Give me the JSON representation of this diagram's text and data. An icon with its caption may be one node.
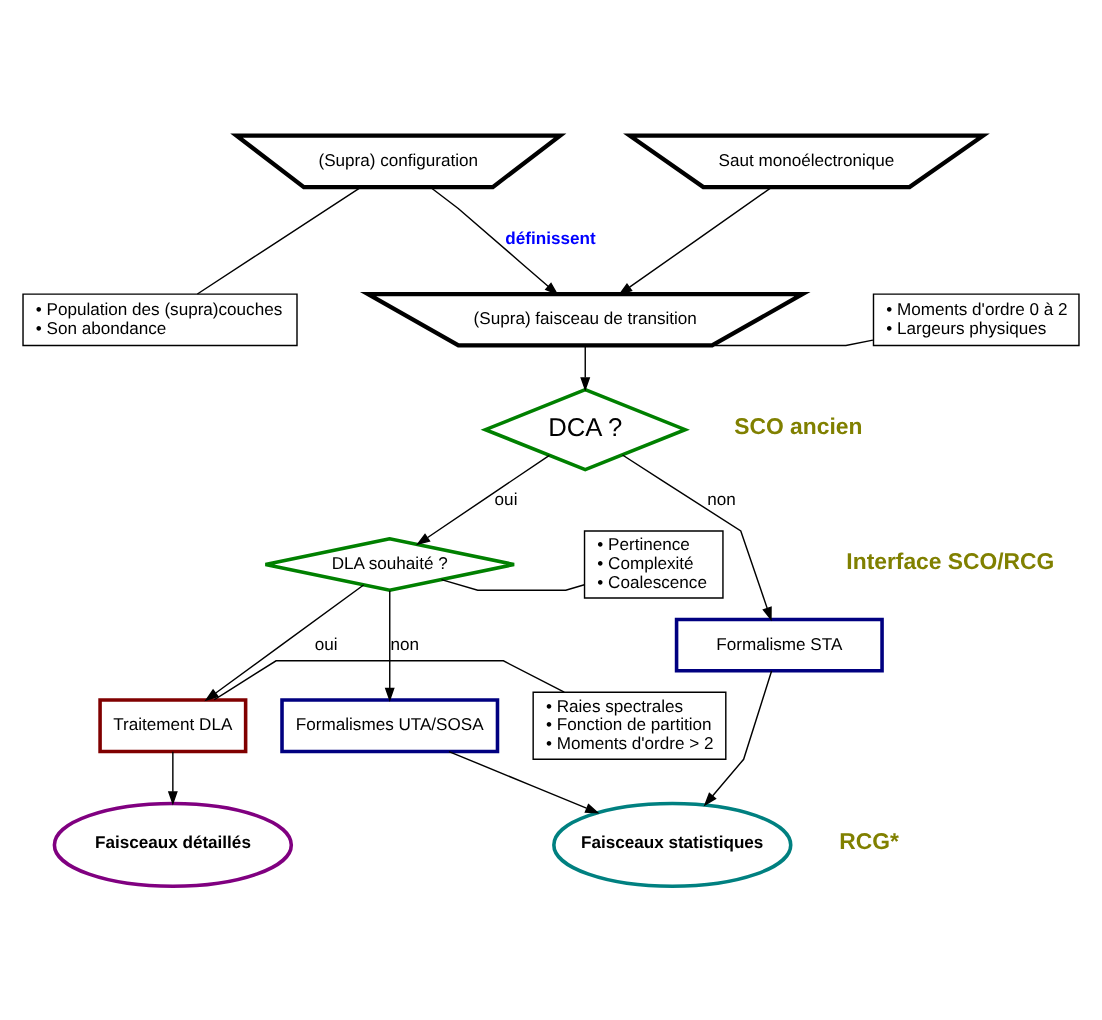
{
  "diagram": {
    "nodes": [
      {
        "text": [
          "(Supra) configuration"
        ]
      },
      {
        "text": [
          "Saut monoélectronique"
        ]
      },
      {
        "text": [
          "• Population des (supra)couches",
          "• Son abondance"
        ]
      },
      {
        "text": [
          "(Supra) faisceau de transition"
        ]
      },
      {
        "text": [
          "• Moments d'ordre 0 à 2",
          "• Largeurs physiques"
        ]
      },
      {
        "text": [
          "DCA ?"
        ]
      },
      {
        "text": [
          "DLA souhaité ?"
        ]
      },
      {
        "text": [
          "• Pertinence",
          "• Complexité",
          "• Coalescence"
        ]
      },
      {
        "text": [
          "Formalisme STA"
        ]
      },
      {
        "text": [
          "Formalismes UTA/SOSA"
        ]
      },
      {
        "text": [
          "• Raies spectrales",
          "• Fonction de partition",
          "• Moments d'ordre > 2"
        ]
      },
      {
        "text": [
          "Traitement DLA"
        ]
      },
      {
        "text": [
          "Faisceaux détaillés"
        ]
      },
      {
        "text": [
          "Faisceaux statistiques"
        ]
      }
    ],
    "edges": [
      {
        "from": 0,
        "to": 3,
        "arrow": "to",
        "label": "définissent"
      },
      {
        "from": 1,
        "to": 3,
        "arrow": "to"
      },
      {
        "from": 0,
        "to": 2,
        "arrow": "none"
      },
      {
        "from": 3,
        "to": 4,
        "arrow": "none"
      },
      {
        "from": 3,
        "to": 5,
        "arrow": "to"
      },
      {
        "from": 5,
        "to": 6,
        "arrow": "to",
        "label": "oui"
      },
      {
        "from": 5,
        "to": 8,
        "arrow": "to",
        "label": "non"
      },
      {
        "from": 6,
        "to": 7,
        "arrow": "none"
      },
      {
        "from": 6,
        "to": 9,
        "arrow": "to",
        "label": "non"
      },
      {
        "from": 6,
        "to": 11,
        "arrow": "to",
        "label": "oui"
      },
      {
        "from": 11,
        "to": 10,
        "arrow": "none"
      },
      {
        "from": 11,
        "to": 12,
        "arrow": "to"
      },
      {
        "from": 9,
        "to": 13,
        "arrow": "to"
      },
      {
        "from": 8,
        "to": 13,
        "arrow": "to"
      }
    ],
    "labels": [
      "SCO ancien",
      "Interface SCO/RCG",
      "RCG*"
    ]
  }
}
